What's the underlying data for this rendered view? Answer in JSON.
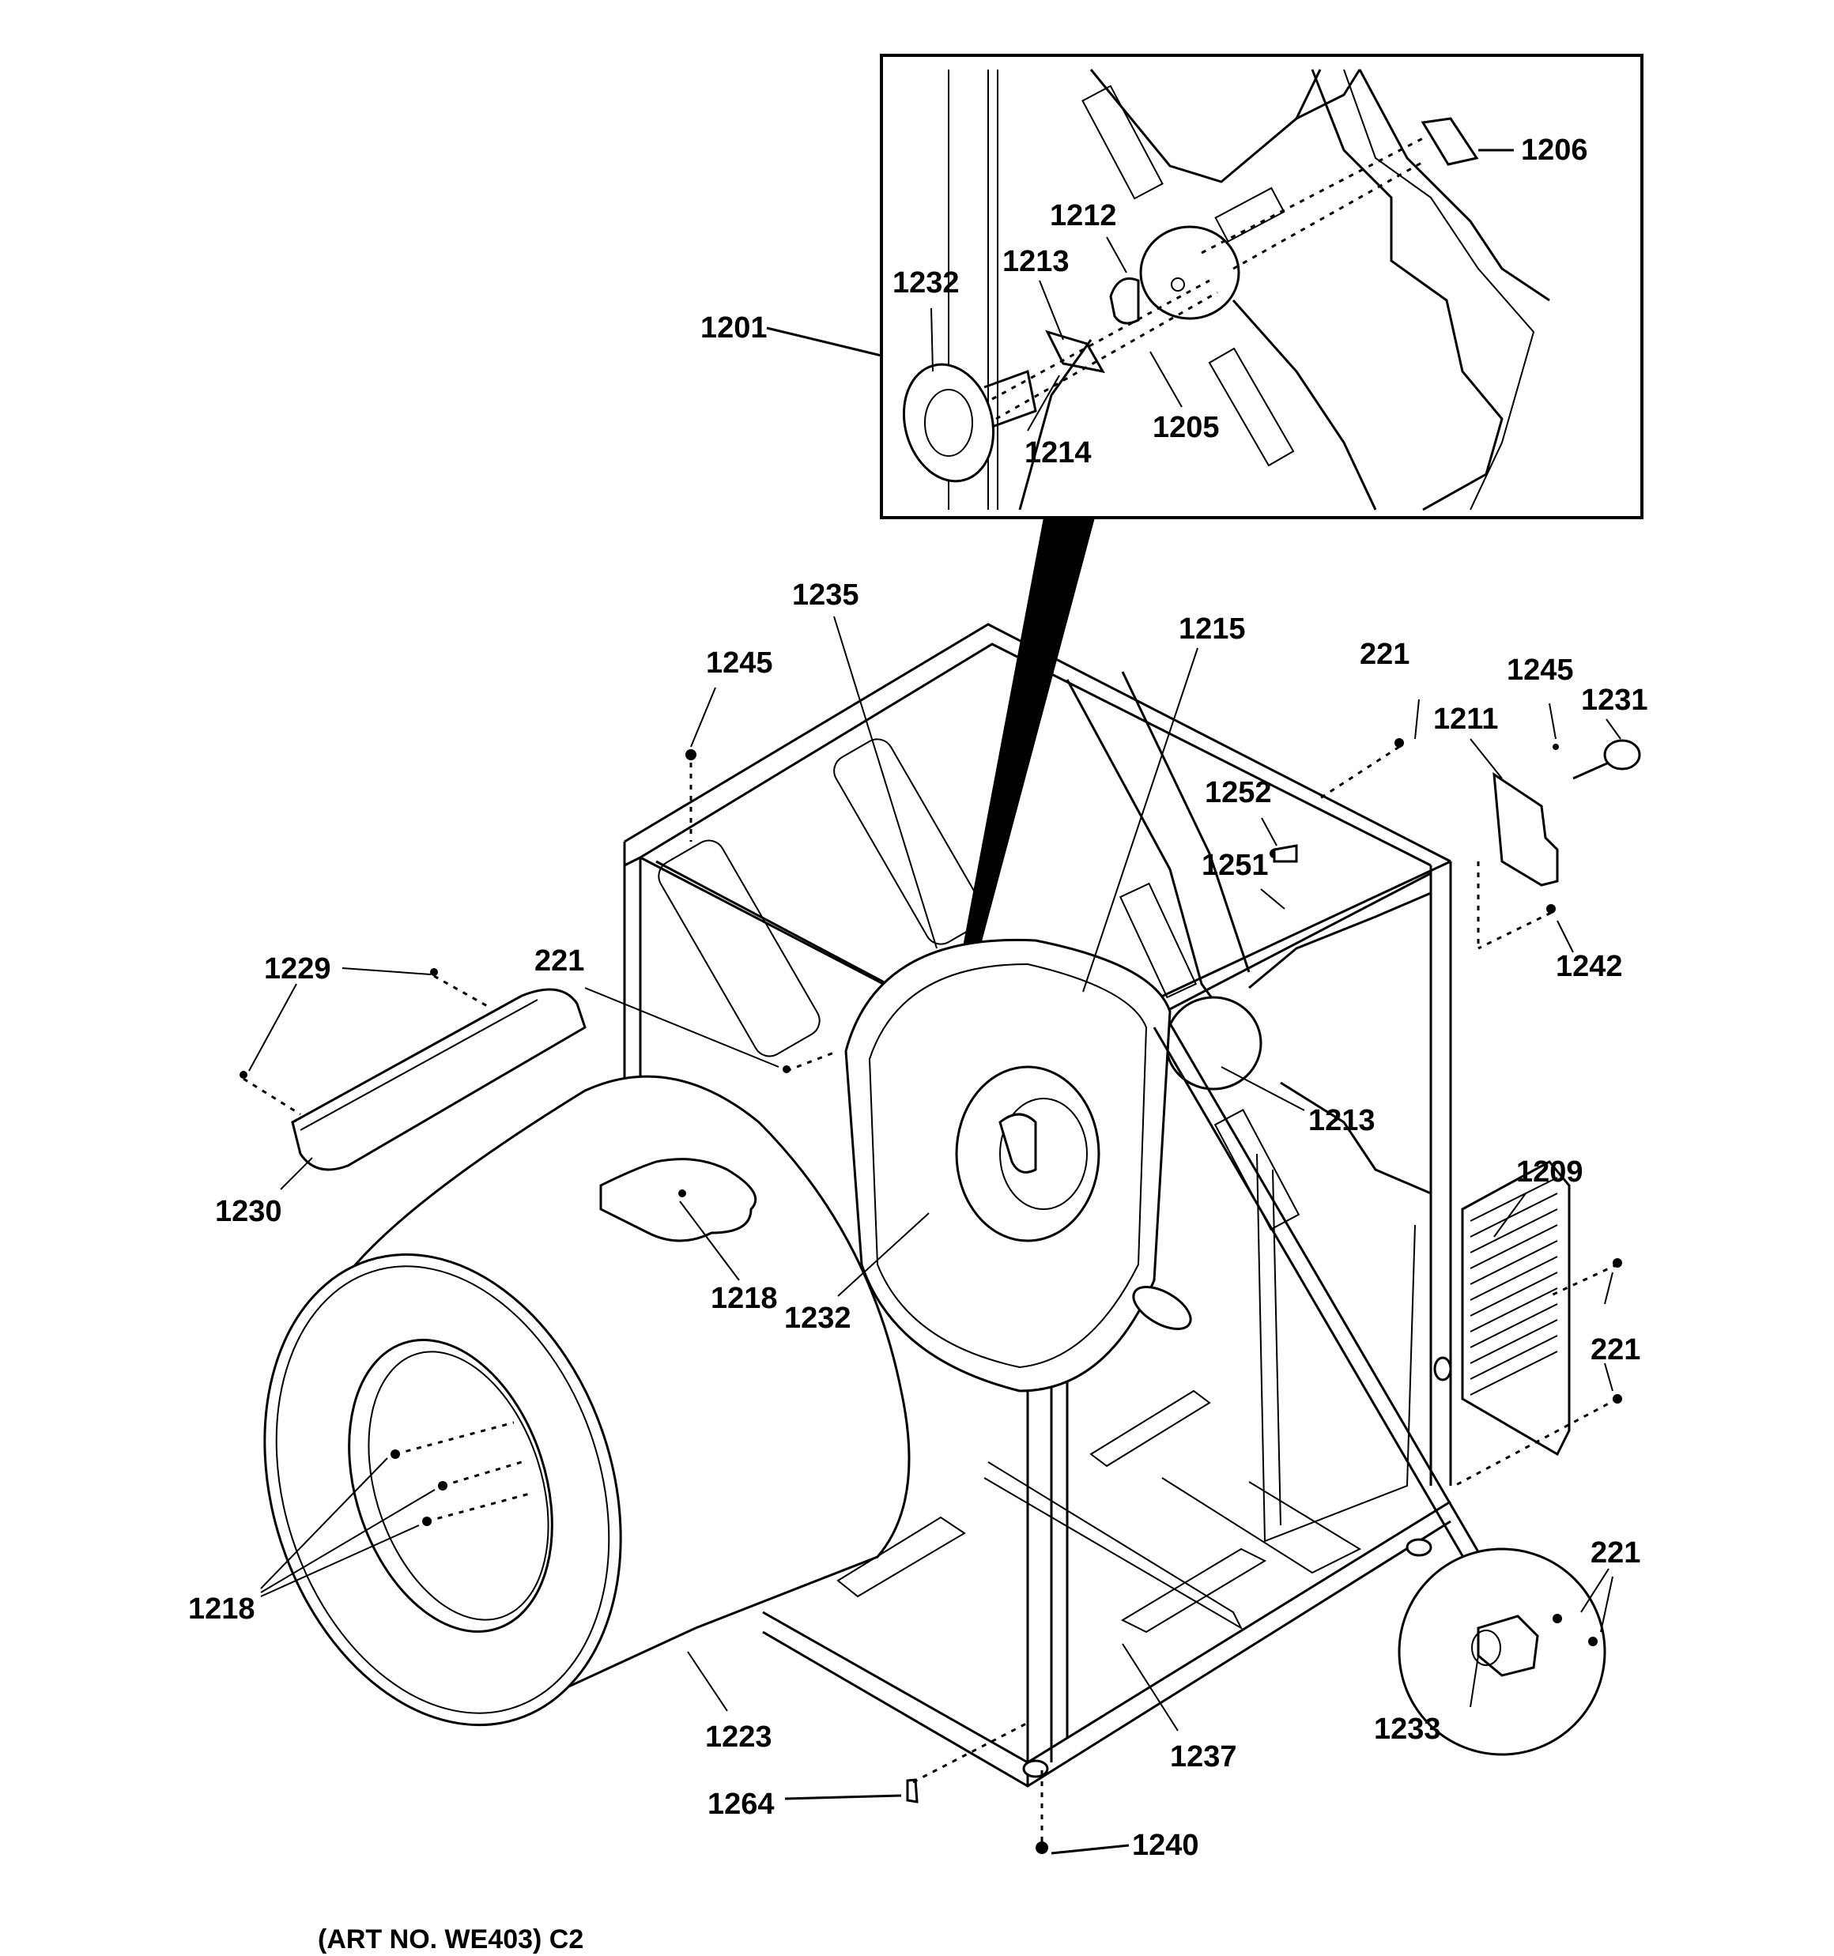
{
  "caption": "(ART NO. WE403) C2",
  "labels": {
    "l1201": "1201",
    "l1206": "1206",
    "l1212": "1212",
    "l1213_inset": "1213",
    "l1232_inset": "1232",
    "l1214": "1214",
    "l1205": "1205",
    "l1235": "1235",
    "l1215": "1215",
    "l221_top": "221",
    "l1245_right": "1245",
    "l1231": "1231",
    "l1211": "1211",
    "l1245_left": "1245",
    "l1252": "1252",
    "l1251": "1251",
    "l1242": "1242",
    "l221_mid": "221",
    "l1229": "1229",
    "l1213_main": "1213",
    "l1230": "1230",
    "l1209": "1209",
    "l1218_top": "1218",
    "l1232_main": "1232",
    "l221_right": "221",
    "l1218_left": "1218",
    "l221_bottom": "221",
    "l1223": "1223",
    "l1237": "1237",
    "l1233": "1233",
    "l1264": "1264",
    "l1240": "1240"
  }
}
